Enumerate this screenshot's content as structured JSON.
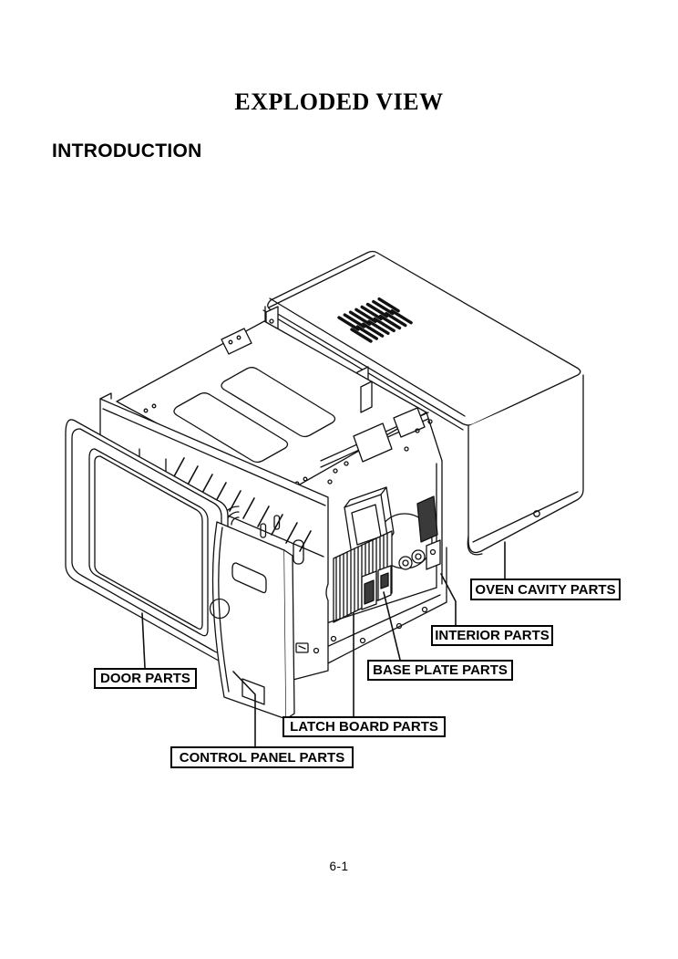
{
  "page": {
    "title": "EXPLODED VIEW",
    "section_heading": "INTRODUCTION",
    "page_number": "6-1"
  },
  "diagram": {
    "type": "exploded-view",
    "subject": "microwave-oven",
    "callouts": [
      {
        "id": "oven-cavity",
        "label": "OVEN CAVITY PARTS"
      },
      {
        "id": "interior",
        "label": "INTERIOR PARTS"
      },
      {
        "id": "base-plate",
        "label": "BASE PLATE PARTS"
      },
      {
        "id": "latch-board",
        "label": "LATCH BOARD PARTS"
      },
      {
        "id": "control-panel",
        "label": "CONTROL PANEL PARTS"
      },
      {
        "id": "door",
        "label": "DOOR PARTS"
      }
    ],
    "colors": {
      "line": "#111111",
      "background": "#ffffff"
    }
  }
}
